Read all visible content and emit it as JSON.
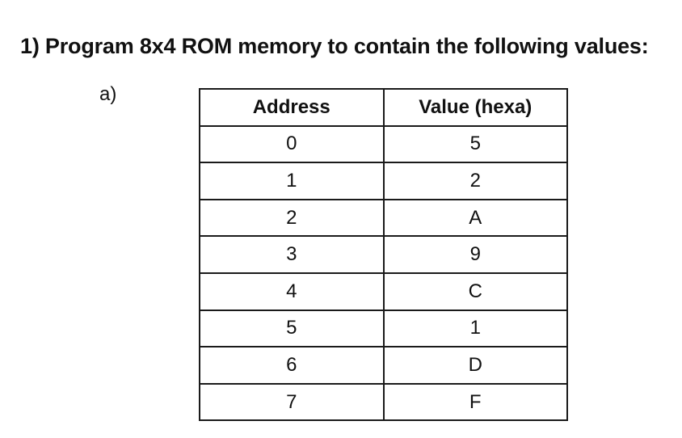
{
  "page": {
    "background": "#ffffff",
    "text_color": "#111111",
    "border_color": "#1a1a1a"
  },
  "heading": {
    "text": "1) Program 8x4 ROM memory to contain the following values:"
  },
  "section": {
    "label": "a)"
  },
  "table": {
    "headers": {
      "address": "Address",
      "value": "Value (hexa)"
    },
    "rows": [
      {
        "address": "0",
        "value": "5"
      },
      {
        "address": "1",
        "value": "2"
      },
      {
        "address": "2",
        "value": "A"
      },
      {
        "address": "3",
        "value": "9"
      },
      {
        "address": "4",
        "value": "C"
      },
      {
        "address": "5",
        "value": "1"
      },
      {
        "address": "6",
        "value": "D"
      },
      {
        "address": "7",
        "value": "F"
      }
    ]
  }
}
